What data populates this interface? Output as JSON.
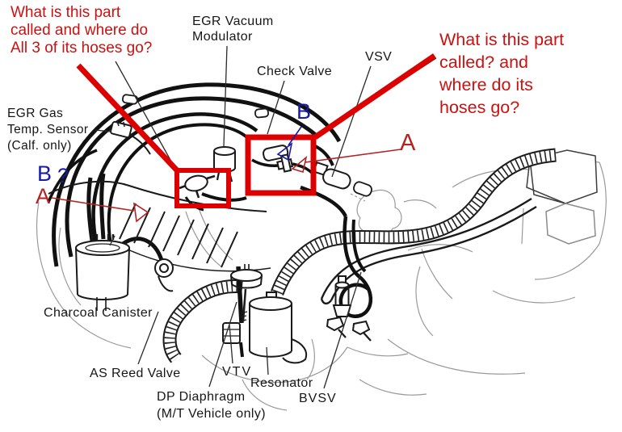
{
  "figure": {
    "kind": "engine-vacuum-hose-diagram-with-questions",
    "colors": {
      "question_red": "#cc1111",
      "highlight_red": "#dd0000",
      "marker_red": "#b52222",
      "marker_blue": "#1a1aa8",
      "diagram_ink": "#1a1a1a"
    }
  },
  "questions": {
    "left": {
      "line1": "What is this part",
      "line2": "called and where do",
      "line3": "All 3 of its hoses go?"
    },
    "right": {
      "line1": "What is this part",
      "line2": "called? and",
      "line3": "where do its",
      "line4": "hoses go?"
    }
  },
  "labels": {
    "egr_vacuum_modulator": {
      "line1": "EGR Vacuum",
      "line2": "Modulator"
    },
    "check_valve": "Check Valve",
    "vsv": "VSV",
    "egr_gas_temp_sensor": {
      "line1": "EGR Gas",
      "line2": "Temp. Sensor",
      "line3": "(Calf. only)"
    },
    "charcoal_canister": "Charcoal Canister",
    "as_reed_valve": "AS Reed Valve",
    "vtv": "VTV",
    "resonator": "Resonator",
    "dp_diaphragm": {
      "line1": "DP Diaphragm",
      "line2": "(M/T Vehicle only)"
    },
    "bvsv": "BVSV"
  },
  "markers": {
    "left_b": "B",
    "left_q": "?",
    "left_a": "A",
    "center_b": "B",
    "right_a": "A"
  }
}
